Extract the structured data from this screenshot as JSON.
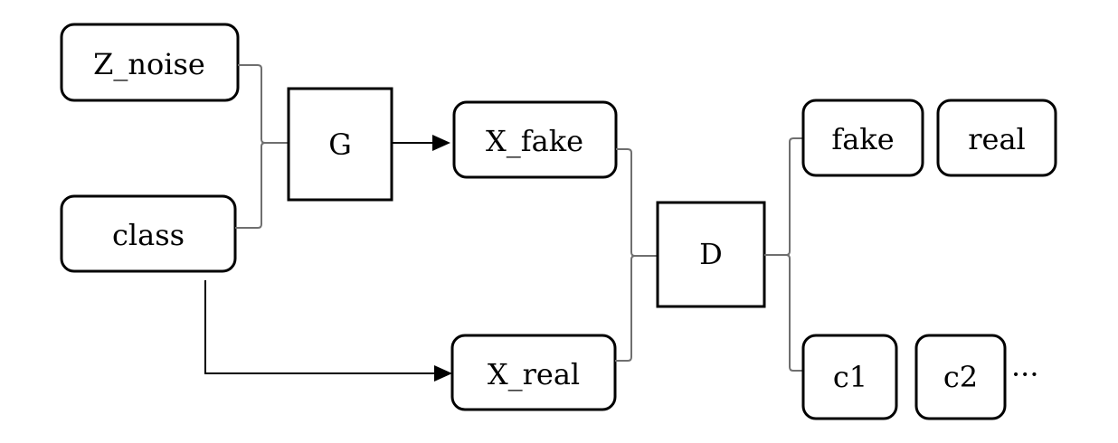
{
  "nodes": {
    "z_noise": "Z_noise",
    "class": "class",
    "generator": "G",
    "x_fake": "X_fake",
    "x_real": "X_real",
    "discriminator": "D",
    "out_fake": "fake",
    "out_real": "real",
    "c1": "c1",
    "c2": "c2",
    "ellipsis": "···"
  }
}
